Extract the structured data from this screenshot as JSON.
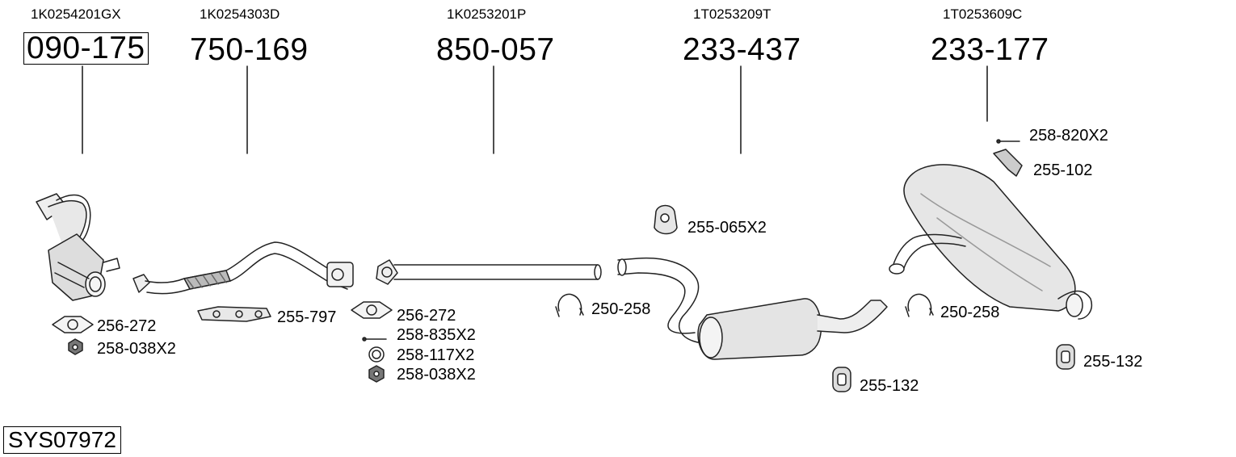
{
  "system_code": "SYS07972",
  "parts": [
    {
      "oem": "1K0254201GX",
      "number": "090-175"
    },
    {
      "oem": "1K0254303D",
      "number": "750-169"
    },
    {
      "oem": "1K0253201P",
      "number": "850-057"
    },
    {
      "oem": "1T0253209T",
      "number": "233-437"
    },
    {
      "oem": "1T0253609C",
      "number": "233-177"
    }
  ],
  "accessories": [
    "256-272",
    "258-038X2",
    "255-797",
    "256-272",
    "258-835X2",
    "258-117X2",
    "258-038X2",
    "250-258",
    "255-065X2",
    "255-132",
    "250-258",
    "258-820X2",
    "255-102",
    "255-132"
  ]
}
